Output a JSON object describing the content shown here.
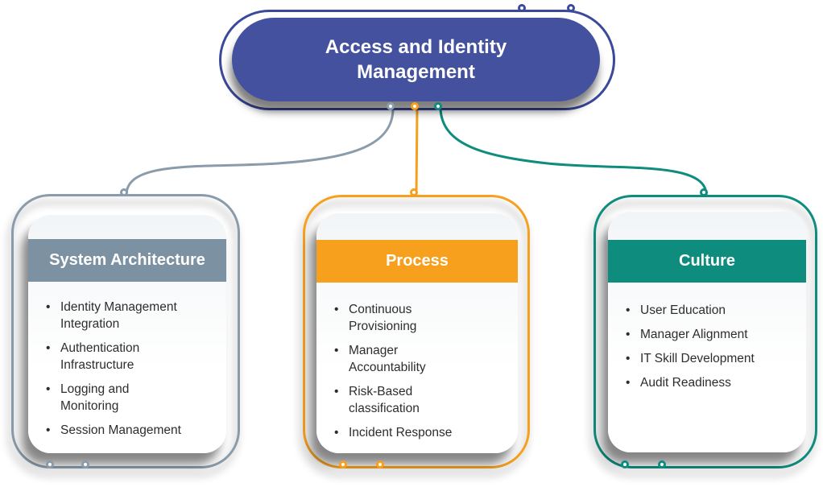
{
  "diagram": {
    "root": {
      "title": "Access and Identity Management"
    },
    "branches": [
      {
        "title": "System Architecture",
        "items": [
          "Identity Management Integration",
          "Authentication Infrastructure",
          "Logging and Monitoring",
          "Session Management"
        ]
      },
      {
        "title": "Process",
        "items": [
          "Continuous Provisioning",
          "Manager Accountability",
          "Risk-Based classification",
          "Incident Response"
        ]
      },
      {
        "title": "Culture",
        "items": [
          "User Education",
          "Manager Alignment",
          "IT Skill Development",
          "Audit Readiness"
        ]
      }
    ],
    "colors": {
      "root_fill": "#44519E",
      "root_outline": "#3A499B",
      "system_architecture_header": "#7C92A2",
      "system_architecture_line": "#8A9CAB",
      "process_accent": "#F6A01E",
      "culture_accent": "#0E8C7E",
      "header_text": "#FFFFFF",
      "body_text": "#2D2D2D",
      "background": "#FFFFFF"
    }
  }
}
